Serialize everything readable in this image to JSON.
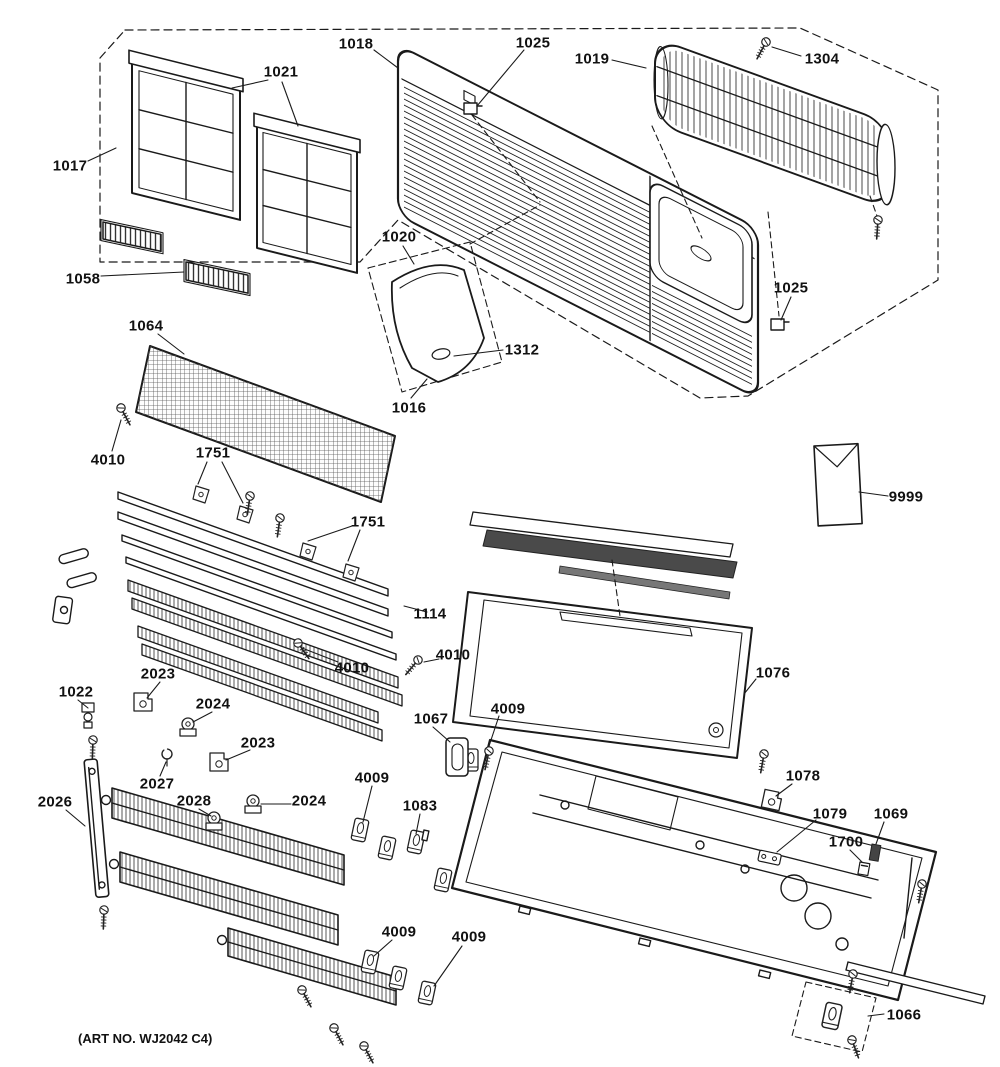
{
  "art_no": "(ART NO. WJ2042 C4)",
  "colors": {
    "ink": "#1a1a1a",
    "background": "#ffffff"
  },
  "labels": [
    {
      "text": "1018"
    },
    {
      "text": "1025"
    },
    {
      "text": "1019"
    },
    {
      "text": "1304"
    },
    {
      "text": "1021"
    },
    {
      "text": "1017"
    },
    {
      "text": "1058"
    },
    {
      "text": "1020"
    },
    {
      "text": "1064"
    },
    {
      "text": "1312"
    },
    {
      "text": "1016"
    },
    {
      "text": "1025"
    },
    {
      "text": "9999"
    },
    {
      "text": "4010"
    },
    {
      "text": "1751"
    },
    {
      "text": "1751"
    },
    {
      "text": "1114"
    },
    {
      "text": "4010"
    },
    {
      "text": "4010"
    },
    {
      "text": "2023"
    },
    {
      "text": "1022"
    },
    {
      "text": "2024"
    },
    {
      "text": "2023"
    },
    {
      "text": "2027"
    },
    {
      "text": "2028"
    },
    {
      "text": "2024"
    },
    {
      "text": "2026"
    },
    {
      "text": "4009"
    },
    {
      "text": "1083"
    },
    {
      "text": "1067"
    },
    {
      "text": "4009"
    },
    {
      "text": "1076"
    },
    {
      "text": "1078"
    },
    {
      "text": "1079"
    },
    {
      "text": "1069"
    },
    {
      "text": "1700"
    },
    {
      "text": "4009"
    },
    {
      "text": "4009"
    },
    {
      "text": "1066"
    }
  ]
}
